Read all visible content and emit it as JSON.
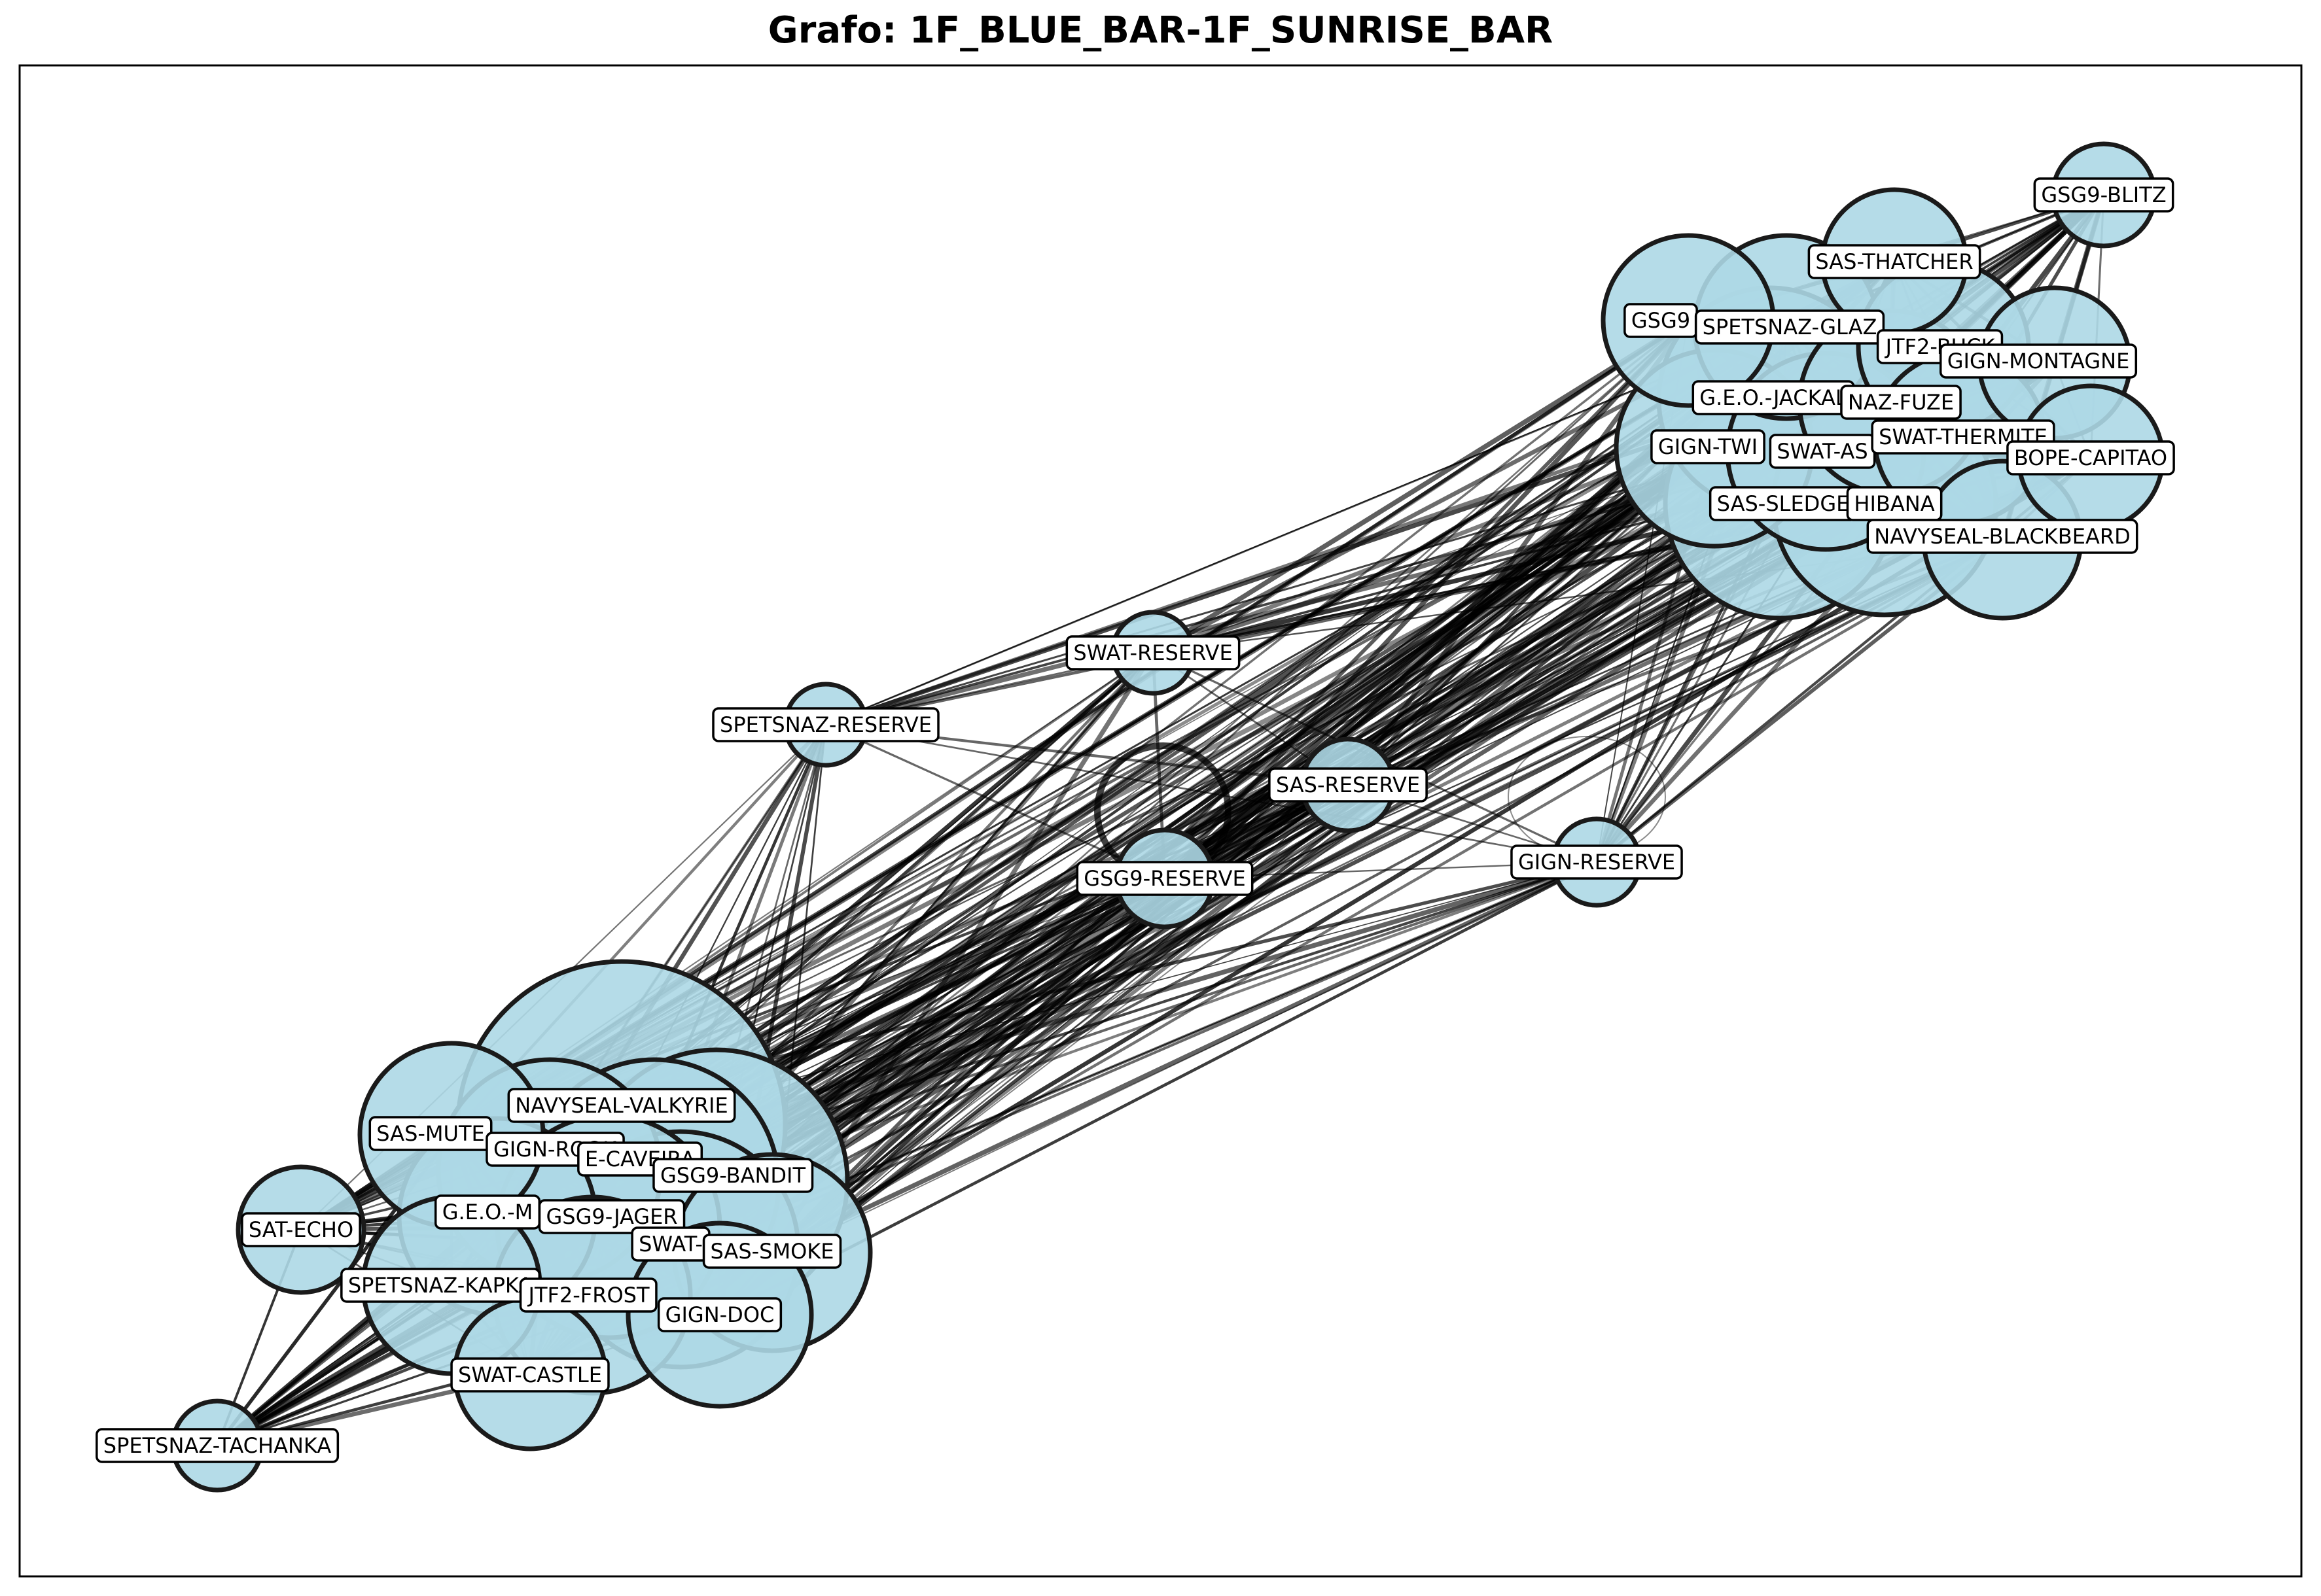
{
  "title": "Grafo: 1F_BLUE_BAR-1F_SUNRISE_BAR",
  "colors": {
    "node_fill": "#add8e6",
    "node_stroke": "#1a1a1a",
    "edge": "#000000"
  },
  "nodes": [
    {
      "id": "GSG9-BLITZ",
      "label": "GSG9-BLITZ"
    },
    {
      "id": "SAS-THATCHER",
      "label": "SAS-THATCHER"
    },
    {
      "id": "GSG9-IQ",
      "label": "GSG9"
    },
    {
      "id": "SPETSNAZ-GLAZ",
      "label": "SPETSNAZ-GLAZ"
    },
    {
      "id": "JTF2-BUCK",
      "label": "JTF2-BUCK"
    },
    {
      "id": "GIGN-MONTAGNE",
      "label": "GIGN-MONTAGNE"
    },
    {
      "id": "G.E.O.-JACKAL",
      "label": "G.E.O.-JACKAL"
    },
    {
      "id": "SPETSNAZ-FUZE",
      "label": "NAZ-FUZE"
    },
    {
      "id": "GIGN-TWITCH",
      "label": "GIGN-TWI"
    },
    {
      "id": "SWAT-ASH",
      "label": "SWAT-AS"
    },
    {
      "id": "SWAT-THERMITE",
      "label": "SWAT-THERMITE"
    },
    {
      "id": "BOPE-CAPITAO",
      "label": "BOPE-CAPITAO"
    },
    {
      "id": "SAS-SLEDGE",
      "label": "SAS-SLEDGE"
    },
    {
      "id": "SAT-HIBANA",
      "label": "HIBANA"
    },
    {
      "id": "NAVYSEAL-BLACKBEARD",
      "label": "NAVYSEAL-BLACKBEARD"
    },
    {
      "id": "SWAT-RESERVE",
      "label": "SWAT-RESERVE"
    },
    {
      "id": "SPETSNAZ-RESERVE",
      "label": "SPETSNAZ-RESERVE"
    },
    {
      "id": "SAS-RESERVE",
      "label": "SAS-RESERVE"
    },
    {
      "id": "GSG9-RESERVE",
      "label": "GSG9-RESERVE"
    },
    {
      "id": "GIGN-RESERVE",
      "label": "GIGN-RESERVE"
    },
    {
      "id": "NAVYSEAL-VALKYRIE",
      "label": "NAVYSEAL-VALKYRIE"
    },
    {
      "id": "SAS-MUTE",
      "label": "SAS-MUTE"
    },
    {
      "id": "GIGN-ROOK",
      "label": "GIGN-ROOK"
    },
    {
      "id": "BOPE-CAVEIRA",
      "label": "E-CAVEIRA"
    },
    {
      "id": "GSG9-BANDIT",
      "label": "GSG9-BANDIT"
    },
    {
      "id": "G.E.O.-MIRA",
      "label": "G.E.O.-M"
    },
    {
      "id": "GSG9-JAGER",
      "label": "GSG9-JAGER"
    },
    {
      "id": "SAT-ECHO",
      "label": "SAT-ECHO"
    },
    {
      "id": "SWAT-PULSE",
      "label": "SWAT-"
    },
    {
      "id": "SAS-SMOKE",
      "label": "SAS-SMOKE"
    },
    {
      "id": "SPETSNAZ-KAPKAN",
      "label": "SPETSNAZ-KAPKA"
    },
    {
      "id": "JTF2-FROST",
      "label": "JTF2-FROST"
    },
    {
      "id": "GIGN-DOC",
      "label": "GIGN-DOC"
    },
    {
      "id": "SWAT-CASTLE",
      "label": "SWAT-CASTLE"
    },
    {
      "id": "SPETSNAZ-TACHANKA",
      "label": "SPETSNAZ-TACHANKA"
    }
  ]
}
